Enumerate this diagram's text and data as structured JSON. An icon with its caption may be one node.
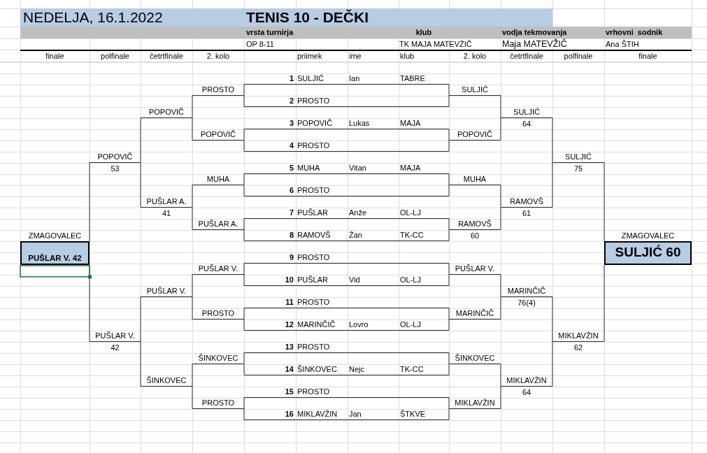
{
  "diagram": {
    "title": "TENIS 10 - DEČKI",
    "nodes": [
      {
        "text": [
          "1",
          "SULJIĆ",
          "Ian",
          "TABRE"
        ]
      },
      {
        "text": [
          "PROSTO"
        ]
      },
      {
        "text": [
          "SULJIĆ"
        ]
      },
      {
        "text": [
          "2",
          "PROSTO"
        ]
      },
      {
        "text": [
          "POPOVIČ"
        ]
      },
      {
        "text": [
          "SULJIĆ"
        ],
        "beside": [
          "64"
        ]
      },
      {
        "text": [
          "3",
          "POPOVIČ",
          "Lukas",
          "MAJA"
        ]
      },
      {
        "text": [
          "POPOVIČ"
        ]
      },
      {
        "text": [
          "POPOVIČ"
        ]
      },
      {
        "text": [
          "4",
          "PROSTO"
        ]
      },
      {
        "text": [
          "POPOVIČ"
        ],
        "beside": [
          "53"
        ]
      },
      {
        "text": [
          "SULJIĆ"
        ],
        "beside": [
          "75"
        ]
      },
      {
        "text": [
          "5",
          "MUHA",
          "Vitan",
          "MAJA"
        ]
      },
      {
        "text": [
          "MUHA"
        ]
      },
      {
        "text": [
          "MUHA"
        ]
      },
      {
        "text": [
          "6",
          "PROSTO"
        ]
      },
      {
        "text": [
          "PUŠLAR A."
        ],
        "beside": [
          "41"
        ]
      },
      {
        "text": [
          "RAMOVŠ"
        ],
        "beside": [
          "61"
        ]
      },
      {
        "text": [
          "7",
          "PUŠLAR",
          "Anže",
          "OL-LJ"
        ]
      },
      {
        "text": [
          "PUŠLAR A."
        ]
      },
      {
        "text": [
          "RAMOVŠ"
        ],
        "beside": [
          "60"
        ]
      },
      {
        "text": [
          "ZMAGOVALEC",
          "PUŠLAR V. 42"
        ]
      },
      {
        "text": [
          "8",
          "RAMOVŠ",
          "Žan",
          "TK-CC"
        ]
      },
      {
        "text": [
          "ZMAGOVALEC",
          "SULJIĆ 60"
        ]
      },
      {
        "text": [
          "9",
          "PROSTO"
        ]
      },
      {
        "text": [
          "PUŠLAR V."
        ]
      },
      {
        "text": [
          "PUŠLAR V."
        ]
      },
      {
        "text": [
          "10",
          "PUŠLAR",
          "Vid",
          "OL-LJ"
        ]
      },
      {
        "text": [
          "PUŠLAR V."
        ]
      },
      {
        "text": [
          "MARINČIČ"
        ],
        "beside": [
          "76(4)"
        ]
      },
      {
        "text": [
          "11",
          "PROSTO"
        ]
      },
      {
        "text": [
          "PROSTO"
        ]
      },
      {
        "text": [
          "MARINČIČ"
        ]
      },
      {
        "text": [
          "12",
          "MARINČIČ",
          "Lovro",
          "OL-LJ"
        ]
      },
      {
        "text": [
          "PUŠLAR V."
        ],
        "beside": [
          "42"
        ]
      },
      {
        "text": [
          "MIKLAVŽIN"
        ],
        "beside": [
          "62"
        ]
      },
      {
        "text": [
          "13",
          "PROSTO"
        ]
      },
      {
        "text": [
          "ŠINKOVEC"
        ]
      },
      {
        "text": [
          "ŠINKOVEC"
        ]
      },
      {
        "text": [
          "14",
          "ŠINKOVEC",
          "Nejc",
          "TK-CC"
        ]
      },
      {
        "text": [
          "ŠINKOVEC"
        ]
      },
      {
        "text": [
          "MIKLAVŽIN"
        ],
        "beside": [
          "64"
        ]
      },
      {
        "text": [
          "15",
          "PROSTO"
        ]
      },
      {
        "text": [
          "PROSTO"
        ]
      },
      {
        "text": [
          "MIKLAVŽIN"
        ]
      },
      {
        "text": [
          "16",
          "MIKLAVŽIN",
          "Jan",
          "ŠTKVE"
        ]
      }
    ],
    "edges": [
      {
        "from": 0,
        "to": 2,
        "arrow": "none"
      },
      {
        "from": 3,
        "to": 2,
        "arrow": "none"
      },
      {
        "from": 0,
        "to": 1,
        "arrow": "none"
      },
      {
        "from": 3,
        "to": 1,
        "arrow": "none"
      },
      {
        "from": 6,
        "to": 8,
        "arrow": "none"
      },
      {
        "from": 9,
        "to": 8,
        "arrow": "none"
      },
      {
        "from": 6,
        "to": 7,
        "arrow": "none"
      },
      {
        "from": 9,
        "to": 7,
        "arrow": "none"
      },
      {
        "from": 12,
        "to": 14,
        "arrow": "none"
      },
      {
        "from": 15,
        "to": 14,
        "arrow": "none"
      },
      {
        "from": 12,
        "to": 13,
        "arrow": "none"
      },
      {
        "from": 15,
        "to": 13,
        "arrow": "none"
      },
      {
        "from": 18,
        "to": 20,
        "arrow": "none"
      },
      {
        "from": 22,
        "to": 20,
        "arrow": "none"
      },
      {
        "from": 18,
        "to": 19,
        "arrow": "none"
      },
      {
        "from": 22,
        "to": 19,
        "arrow": "none"
      },
      {
        "from": 24,
        "to": 26,
        "arrow": "none"
      },
      {
        "from": 27,
        "to": 26,
        "arrow": "none"
      },
      {
        "from": 24,
        "to": 25,
        "arrow": "none"
      },
      {
        "from": 27,
        "to": 25,
        "arrow": "none"
      },
      {
        "from": 30,
        "to": 32,
        "arrow": "none"
      },
      {
        "from": 33,
        "to": 32,
        "arrow": "none"
      },
      {
        "from": 30,
        "to": 31,
        "arrow": "none"
      },
      {
        "from": 33,
        "to": 31,
        "arrow": "none"
      },
      {
        "from": 36,
        "to": 38,
        "arrow": "none"
      },
      {
        "from": 39,
        "to": 38,
        "arrow": "none"
      },
      {
        "from": 36,
        "to": 37,
        "arrow": "none"
      },
      {
        "from": 39,
        "to": 37,
        "arrow": "none"
      },
      {
        "from": 42,
        "to": 44,
        "arrow": "none"
      },
      {
        "from": 45,
        "to": 44,
        "arrow": "none"
      },
      {
        "from": 42,
        "to": 43,
        "arrow": "none"
      },
      {
        "from": 45,
        "to": 43,
        "arrow": "none"
      },
      {
        "from": 2,
        "to": 5,
        "arrow": "none"
      },
      {
        "from": 8,
        "to": 5,
        "arrow": "none"
      },
      {
        "from": 14,
        "to": 17,
        "arrow": "none"
      },
      {
        "from": 20,
        "to": 17,
        "arrow": "none"
      },
      {
        "from": 26,
        "to": 29,
        "arrow": "none"
      },
      {
        "from": 32,
        "to": 29,
        "arrow": "none"
      },
      {
        "from": 38,
        "to": 41,
        "arrow": "none"
      },
      {
        "from": 44,
        "to": 41,
        "arrow": "none"
      },
      {
        "from": 1,
        "to": 4,
        "arrow": "none"
      },
      {
        "from": 7,
        "to": 4,
        "arrow": "none"
      },
      {
        "from": 13,
        "to": 16,
        "arrow": "none"
      },
      {
        "from": 19,
        "to": 16,
        "arrow": "none"
      },
      {
        "from": 25,
        "to": 28,
        "arrow": "none"
      },
      {
        "from": 31,
        "to": 28,
        "arrow": "none"
      },
      {
        "from": 37,
        "to": 40,
        "arrow": "none"
      },
      {
        "from": 43,
        "to": 40,
        "arrow": "none"
      },
      {
        "from": 5,
        "to": 11,
        "arrow": "none"
      },
      {
        "from": 17,
        "to": 11,
        "arrow": "none"
      },
      {
        "from": 29,
        "to": 35,
        "arrow": "none"
      },
      {
        "from": 41,
        "to": 35,
        "arrow": "none"
      },
      {
        "from": 4,
        "to": 10,
        "arrow": "none"
      },
      {
        "from": 16,
        "to": 10,
        "arrow": "none"
      },
      {
        "from": 28,
        "to": 34,
        "arrow": "none"
      },
      {
        "from": 40,
        "to": 34,
        "arrow": "none"
      },
      {
        "from": 11,
        "to": 23,
        "arrow": "none"
      },
      {
        "from": 35,
        "to": 23,
        "arrow": "none"
      },
      {
        "from": 10,
        "to": 21,
        "arrow": "none"
      },
      {
        "from": 34,
        "to": 21,
        "arrow": "none"
      }
    ],
    "labels": [
      "NEDELJA, 16.1.2022",
      "vrsta turnirja",
      "klub",
      "vodja tekmovanja",
      "vrhovni  sodnik",
      "OP 8-11",
      "TK MAJA MATEVŽIČ",
      "Maja MATEVŽIČ",
      "Ana ŠTIH",
      "finale",
      "polfinale",
      "četrtfinale",
      "2. kolo",
      "priimek",
      "ime",
      "klub",
      "2. kolo",
      "četrtfinale",
      "polfinale",
      "finale"
    ]
  }
}
